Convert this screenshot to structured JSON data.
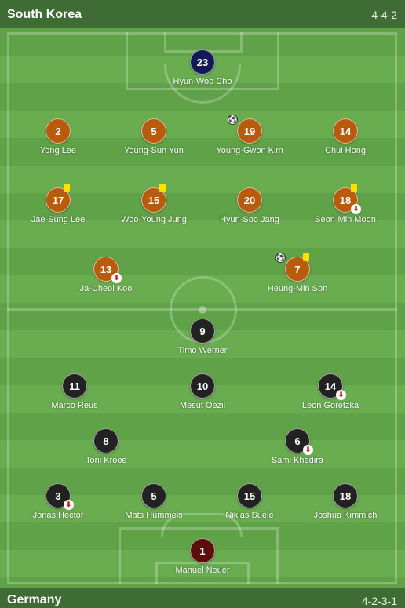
{
  "home": {
    "name": "South Korea",
    "formation": "4-4-2",
    "colors": {
      "outfield": "#b85b0c",
      "keeper": "#131a55"
    },
    "players": [
      {
        "num": "23",
        "name": "Hyun-Woo Cho",
        "keeper": true,
        "yellow": false,
        "sub": false,
        "goal": false
      },
      {
        "num": "2",
        "name": "Yong Lee",
        "keeper": false,
        "yellow": false,
        "sub": false,
        "goal": false
      },
      {
        "num": "5",
        "name": "Young-Sun Yun",
        "keeper": false,
        "yellow": false,
        "sub": false,
        "goal": false
      },
      {
        "num": "19",
        "name": "Young-Gwon Kim",
        "keeper": false,
        "yellow": false,
        "sub": false,
        "goal": true
      },
      {
        "num": "14",
        "name": "Chul Hong",
        "keeper": false,
        "yellow": false,
        "sub": false,
        "goal": false
      },
      {
        "num": "17",
        "name": "Jae-Sung Lee",
        "keeper": false,
        "yellow": true,
        "sub": false,
        "goal": false
      },
      {
        "num": "15",
        "name": "Woo-Young Jung",
        "keeper": false,
        "yellow": true,
        "sub": false,
        "goal": false
      },
      {
        "num": "20",
        "name": "Hyun-Soo Jang",
        "keeper": false,
        "yellow": false,
        "sub": false,
        "goal": false
      },
      {
        "num": "18",
        "name": "Seon-Min Moon",
        "keeper": false,
        "yellow": true,
        "sub": true,
        "goal": false
      },
      {
        "num": "13",
        "name": "Ja-Cheol Koo",
        "keeper": false,
        "yellow": false,
        "sub": true,
        "goal": false
      },
      {
        "num": "7",
        "name": "Heung-Min Son",
        "keeper": false,
        "yellow": true,
        "sub": false,
        "goal": true
      }
    ]
  },
  "away": {
    "name": "Germany",
    "formation": "4-2-3-1",
    "colors": {
      "outfield": "#222222",
      "keeper": "#5e0d0d"
    },
    "players": [
      {
        "num": "9",
        "name": "Timo Werner",
        "keeper": false,
        "yellow": false,
        "sub": false,
        "goal": false
      },
      {
        "num": "11",
        "name": "Marco Reus",
        "keeper": false,
        "yellow": false,
        "sub": false,
        "goal": false
      },
      {
        "num": "10",
        "name": "Mesut Oezil",
        "keeper": false,
        "yellow": false,
        "sub": false,
        "goal": false
      },
      {
        "num": "14",
        "name": "Leon Goretzka",
        "keeper": false,
        "yellow": false,
        "sub": true,
        "goal": false
      },
      {
        "num": "8",
        "name": "Toni Kroos",
        "keeper": false,
        "yellow": false,
        "sub": false,
        "goal": false
      },
      {
        "num": "6",
        "name": "Sami Khedira",
        "keeper": false,
        "yellow": false,
        "sub": true,
        "goal": false
      },
      {
        "num": "3",
        "name": "Jonas Hector",
        "keeper": false,
        "yellow": false,
        "sub": true,
        "goal": false
      },
      {
        "num": "5",
        "name": "Mats Hummels",
        "keeper": false,
        "yellow": false,
        "sub": false,
        "goal": false
      },
      {
        "num": "15",
        "name": "Niklas Suele",
        "keeper": false,
        "yellow": false,
        "sub": false,
        "goal": false
      },
      {
        "num": "18",
        "name": "Joshua Kimmich",
        "keeper": false,
        "yellow": false,
        "sub": false,
        "goal": false
      },
      {
        "num": "1",
        "name": "Manuel Neuer",
        "keeper": true,
        "yellow": false,
        "sub": false,
        "goal": false
      }
    ]
  },
  "icons": {
    "yellow_card": "yellow-card-icon",
    "substitution": "sub-out-arrow-icon",
    "goal": "soccer-ball-icon"
  }
}
